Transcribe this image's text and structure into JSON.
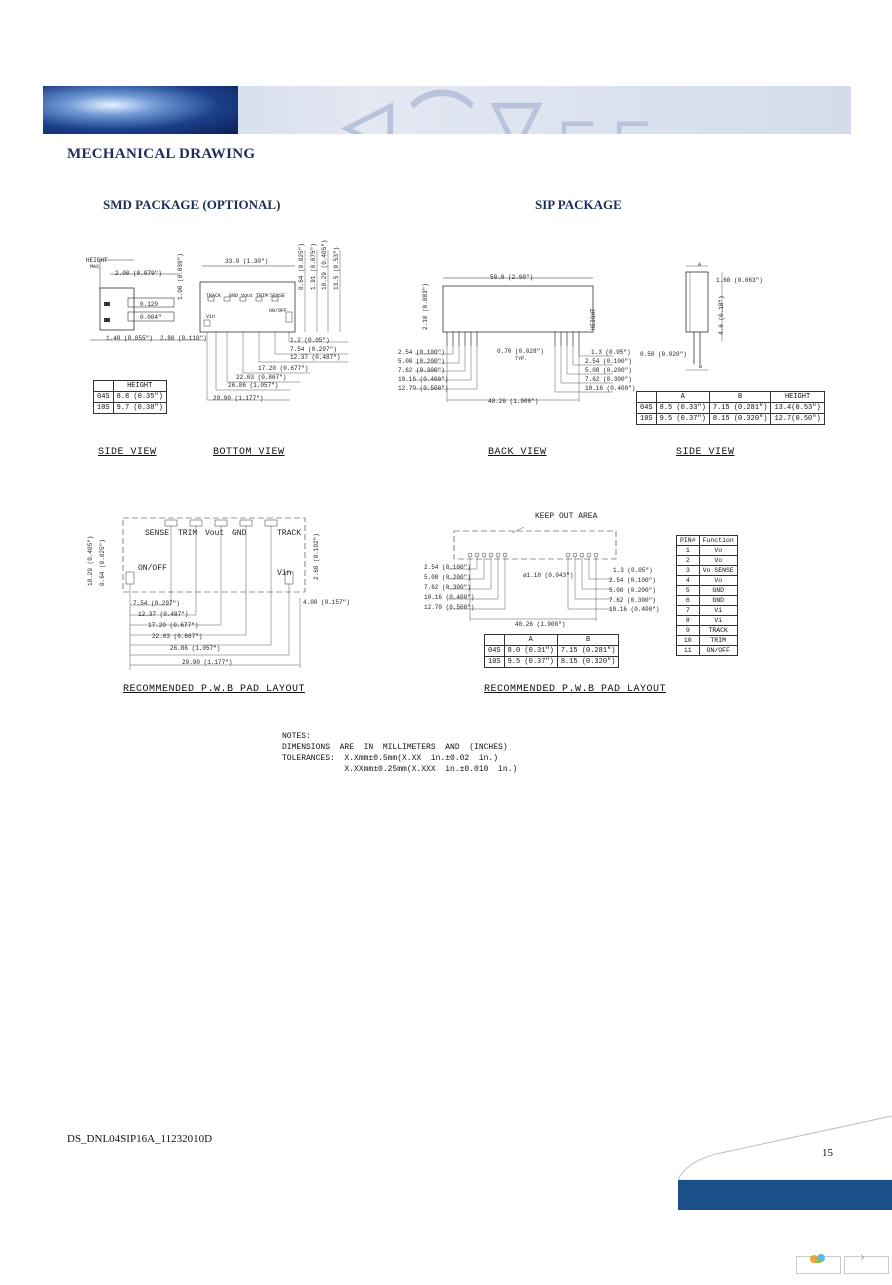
{
  "header": {
    "title": "MECHANICAL DRAWING"
  },
  "smd": {
    "heading": "SMD PACKAGE (OPTIONAL)",
    "side_view_label": "SIDE  VIEW",
    "bottom_view_label": "BOTTOM  VIEW",
    "dims": {
      "height": "HEIGHT",
      "max": "MAX",
      "d2": "2.00  (0.079\")",
      "d140": "1.40  (0.055\")",
      "d280": "2.80  (0.110\")",
      "flat1": "0.120",
      "flat2": "0.004\"",
      "d330": "33.0  (1.30\")",
      "d1": "1.00  (0.039\")",
      "v064": "0.64  (0.025\")",
      "v191": "1.91  (0.075\")",
      "v1029": "10.29  (0.405\")",
      "v135": "13.5  (0.53\")",
      "d12": "1.2  (0.05\")",
      "d754": "7.54  (0.297\")",
      "d1237": "12.37  (0.487\")",
      "d1720": "17.20  (0.677\")",
      "d2203": "22.03  (0.867\")",
      "d2686": "26.86  (1.057\")",
      "d2990": "29.90  (1.177\")",
      "pins": [
        "TRACK",
        "GND",
        "Vout",
        "TRIM",
        "SENSE",
        "Vin",
        "ON/OFF"
      ]
    },
    "height_table": {
      "header": [
        "",
        "HEIGHT"
      ],
      "rows": [
        [
          "04S",
          "8.8  (0.35\")"
        ],
        [
          "10S",
          "9.7  (0.38\")"
        ]
      ]
    }
  },
  "sip": {
    "heading": "SIP PACKAGE",
    "back_view_label": "BACK  VIEW",
    "side_view_label": "SIDE  VIEW",
    "dims": {
      "d508": "50.8  (2.00\")",
      "d210": "2.10  (0.083\")",
      "height": "HEIGHT",
      "d254": "2.54  (0.100\")",
      "d508b": "5.08  (0.200\")",
      "d762": "7.62  (0.300\")",
      "d1016": "10.16  (0.400\")",
      "d1270": "12.70  (0.500\")",
      "d070": "0.70  (0.028\")",
      "typ": "TYP.",
      "d13": "1.3  (0.05\")",
      "r254": "2.54  (0.100\")",
      "r508": "5.08  (0.200\")",
      "r762": "7.62  (0.300\")",
      "r1016": "10.16  (0.400\")",
      "d4826": "48.26  (1.900\")",
      "d160": "1.60  (0.063\")",
      "d46": "4.6  (0.18\")",
      "d050": "0.50  (0.020\")",
      "a": "A",
      "b": "B"
    },
    "table": {
      "header": [
        "",
        "A",
        "B",
        "HEIGHT"
      ],
      "rows": [
        [
          "04S",
          "8.5  (0.33\")",
          "7.15  (0.281\")",
          "13.4(0.53\")"
        ],
        [
          "10S",
          "9.5  (0.37\")",
          "8.15  (0.320\")",
          "12.7(0.50\")"
        ]
      ]
    }
  },
  "pwb_smd": {
    "label": "RECOMMENDED  P.W.B  PAD  LAYOUT",
    "pins": [
      "SENSE",
      "TRIM",
      "Vout",
      "GND",
      "TRACK",
      "ON/OFF",
      "Vin"
    ],
    "dims": {
      "v1029": "10.29  (0.405\")",
      "v064": "0.64  (0.025\")",
      "v260": "2.60  (0.102\")",
      "d754": "7.54  (0.297\")",
      "d1237": "12.37  (0.487\")",
      "d1720": "17.20  (0.677\")",
      "d2203": "22.03  (0.867\")",
      "d2686": "26.86  (1.057\")",
      "d2990": "29.90  (1.177\")",
      "d400": "4.00  (0.157\")"
    }
  },
  "pwb_sip": {
    "label": "RECOMMENDED  P.W.B  PAD  LAYOUT",
    "keep_out": "KEEP  OUT  AREA",
    "dims": {
      "d254": "2.54  (0.100\")",
      "d508": "5.08  (0.200\")",
      "d762": "7.62  (0.300\")",
      "d1016": "10.16  (0.400\")",
      "d1270": "12.70  (0.500\")",
      "hole": "ø1.10  (0.043\")",
      "d13": "1.3  (0.05\")",
      "r254": "2.54  (0.100\")",
      "r508": "5.08  (0.200\")",
      "r762": "7.62  (0.300\")",
      "r1016": "10.16  (0.400\")",
      "d4826": "48.26  (1.900\")"
    },
    "table": {
      "header": [
        "",
        "A",
        "B"
      ],
      "rows": [
        [
          "04S",
          "8.0  (0.31\")",
          "7.15  (0.281\")"
        ],
        [
          "10S",
          "9.5  (0.37\")",
          "8.15  (0.320\")"
        ]
      ]
    }
  },
  "pin_table": {
    "header": [
      "PIN#",
      "Function"
    ],
    "rows": [
      [
        "1",
        "Vo"
      ],
      [
        "2",
        "Vo"
      ],
      [
        "3",
        "Vo  SENSE"
      ],
      [
        "4",
        "Vo"
      ],
      [
        "5",
        "GND"
      ],
      [
        "6",
        "GND"
      ],
      [
        "7",
        "Vi"
      ],
      [
        "8",
        "Vi"
      ],
      [
        "9",
        "TRACK"
      ],
      [
        "10",
        "TRIM"
      ],
      [
        "11",
        "ON/OFF"
      ]
    ]
  },
  "notes": {
    "line1": "NOTES:",
    "line2": "DIMENSIONS  ARE  IN  MILLIMETERS  AND  (INCHES)",
    "line3": "TOLERANCES:  X.Xmm±0.5mm(X.XX  in.±0.02  in.)",
    "line4": "             X.XXmm±0.25mm(X.XXX  in.±0.010  in.)"
  },
  "footer": {
    "doc_id": "DS_DNL04SIP16A_11232010D",
    "page": "15"
  },
  "colors": {
    "title": "#1d2c5a",
    "band": "#1b4f8a"
  }
}
